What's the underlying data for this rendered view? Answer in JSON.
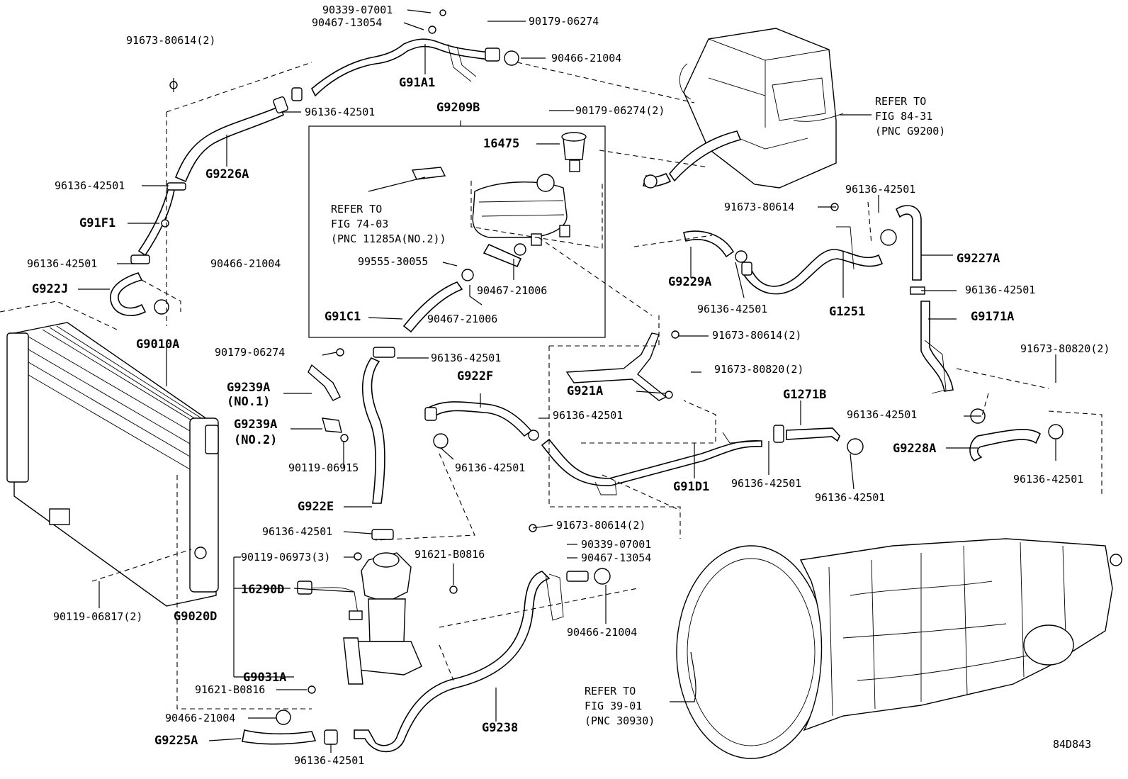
{
  "diagram": {
    "figure_code": "84D843",
    "labels": {
      "l_90339_top": "90339-07001",
      "l_90467_top": "90467-13054",
      "l_90179_top": "90179-06274",
      "l_91673_top": "91673-80614(2)",
      "l_90466_top": "90466-21004",
      "l_g91a1": "G91A1",
      "l_g9209b": "G9209B",
      "l_96136_a": "96136-42501",
      "l_90179_b": "90179-06274(2)",
      "l_16475": "16475",
      "l_g9226a": "G9226A",
      "l_96136_b": "96136-42501",
      "l_g91f1": "G91F1",
      "l_96136_c": "96136-42501",
      "l_90466_left": "90466-21004",
      "l_g922j": "G922J",
      "l_99555": "99555-30055",
      "l_90467_21006_a": "90467-21006",
      "l_90467_21006_b": "90467-21006",
      "l_g91c1": "G91C1",
      "l_g9010a": "G9010A",
      "l_90179_c": "90179-06274",
      "l_96136_d": "96136-42501",
      "l_g9239a1": "G9239A",
      "l_no1": "(NO.1)",
      "l_g9239a2": "G9239A",
      "l_no2": "(NO.2)",
      "l_90119_06915": "90119-06915",
      "l_g922e": "G922E",
      "l_96136_e": "96136-42501",
      "l_g922f": "G922F",
      "l_96136_f": "96136-42501",
      "l_96136_g": "96136-42501",
      "l_g921a": "G921A",
      "l_91673_80614_2b": "91673-80614(2)",
      "l_91673_80820_a": "91673-80820(2)",
      "l_91673_80614_mid": "91673-80614",
      "l_96136_h": "96136-42501",
      "l_g9229a": "G9229A",
      "l_96136_i": "96136-42501",
      "l_g1251": "G1251",
      "l_g9227a": "G9227A",
      "l_96136_j": "96136-42501",
      "l_g9171a": "G9171A",
      "l_91673_80820_b": "91673-80820(2)",
      "l_96136_k": "96136-42501",
      "l_g9228a": "G9228A",
      "l_96136_l": "96136-42501",
      "l_g1271b": "G1271B",
      "l_g91d1": "G91D1",
      "l_96136_m": "96136-42501",
      "l_96136_n": "96136-42501",
      "l_90119_06973": "90119-06973(3)",
      "l_16290d": "16290D",
      "l_90119_06817": "90119-06817(2)",
      "l_g9020d": "G9020D",
      "l_g9031a": "G9031A",
      "l_91621_a": "91621-B0816",
      "l_91621_b": "91621-B0816",
      "l_90466_bottom": "90466-21004",
      "l_g9225a": "G9225A",
      "l_96136_o": "96136-42501",
      "l_g9238": "G9238",
      "l_91673_80614_2c": "91673-80614(2)",
      "l_90339_b": "90339-07001",
      "l_90467_b": "90467-13054",
      "l_90466_mid": "90466-21004"
    },
    "refs": {
      "ref1": [
        "REFER TO",
        "FIG 74-03",
        "(PNC 11285A(NO.2))"
      ],
      "ref2": [
        "REFER TO",
        "FIG 84-31",
        "(PNC G9200)"
      ],
      "ref3": [
        "REFER TO",
        "FIG 39-01",
        "(PNC 30930)"
      ]
    }
  }
}
